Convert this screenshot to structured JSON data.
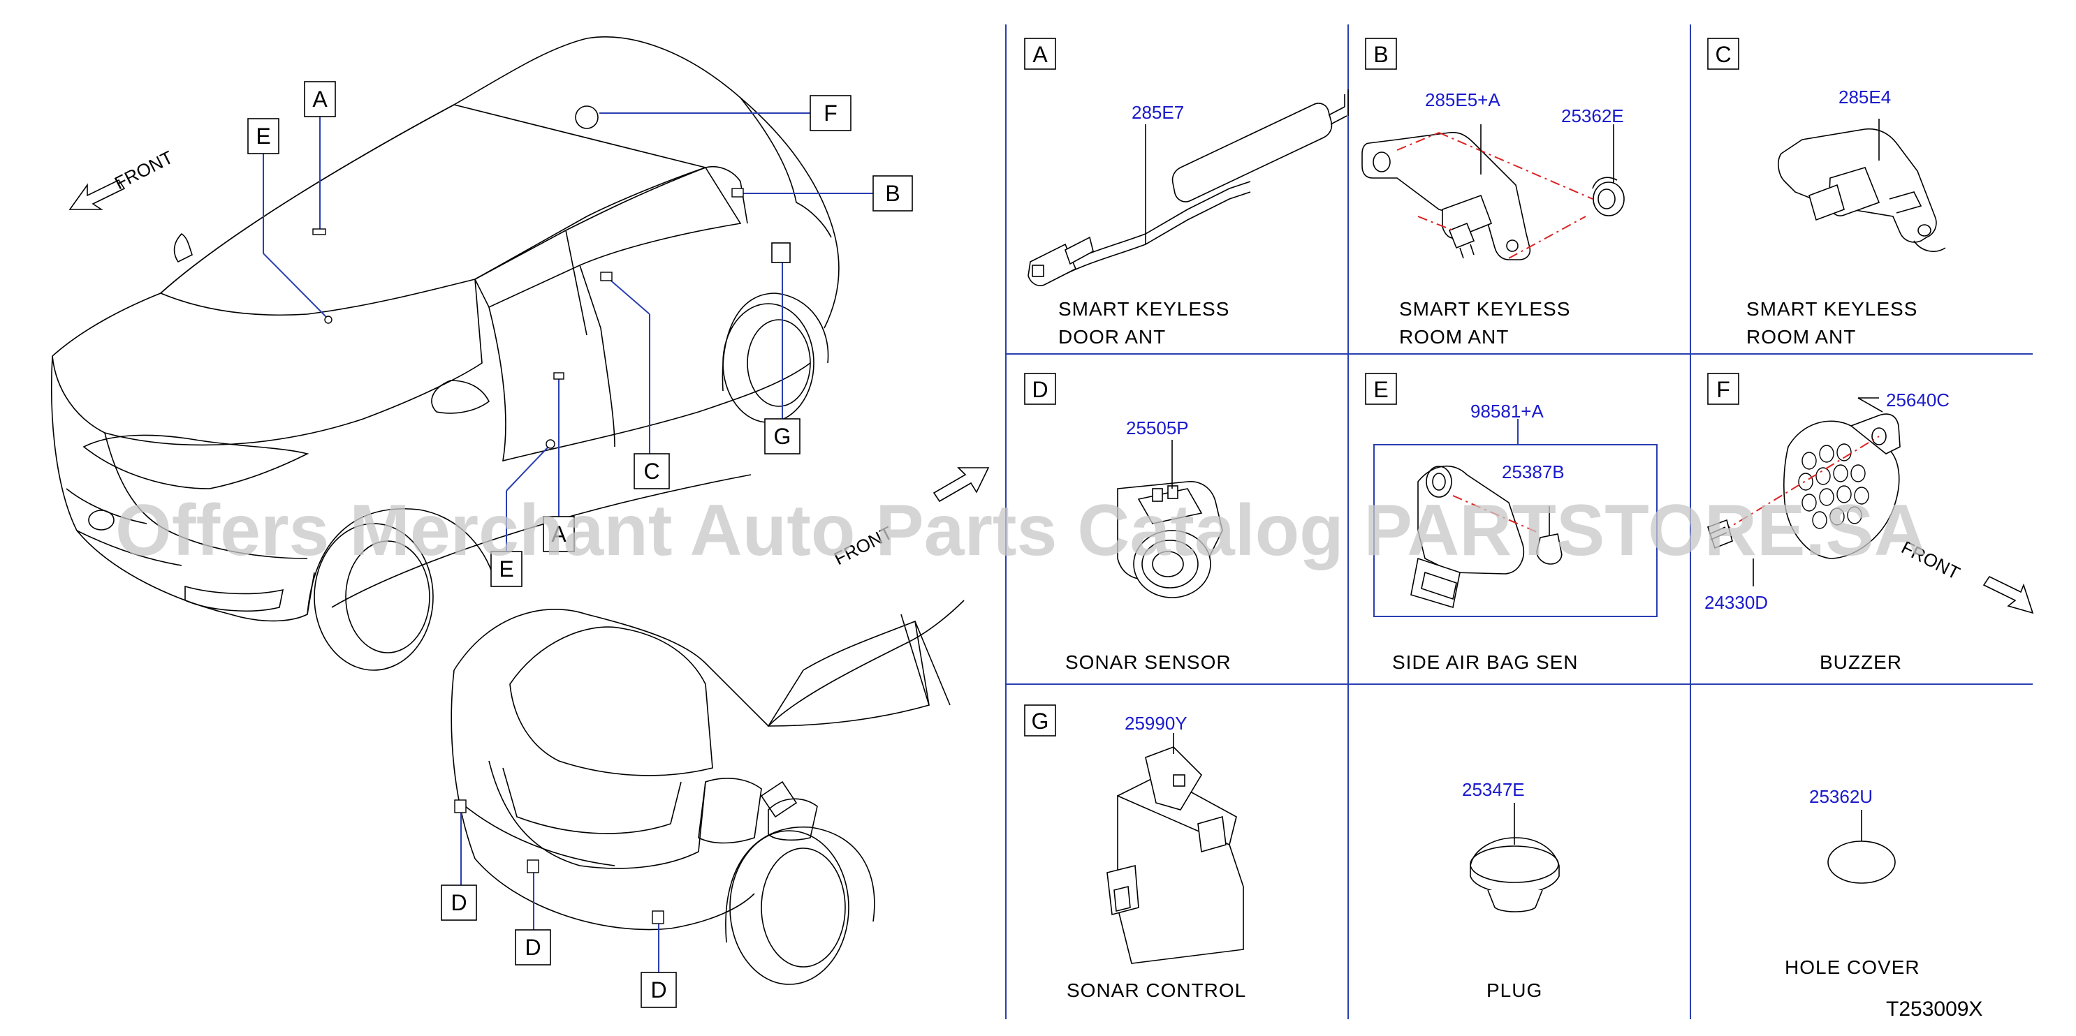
{
  "watermark": "Offers Merchant Auto Parts Catalog PARTSTORE.SA",
  "diagram_code": "T253009X",
  "front_label": "FRONT",
  "callouts": {
    "A": "A",
    "B": "B",
    "C": "C",
    "D": "D",
    "E": "E",
    "F": "F",
    "G": "G"
  },
  "cells": [
    {
      "letter": "A",
      "parts": [
        "285E7"
      ],
      "line1": "SMART KEYLESS",
      "line2": "DOOR ANT"
    },
    {
      "letter": "B",
      "parts": [
        "285E5+A",
        "25362E"
      ],
      "line1": "SMART KEYLESS",
      "line2": "ROOM ANT"
    },
    {
      "letter": "C",
      "parts": [
        "285E4"
      ],
      "line1": "SMART KEYLESS",
      "line2": "ROOM ANT"
    },
    {
      "letter": "D",
      "parts": [
        "25505P"
      ],
      "line1": "SONAR SENSOR",
      "line2": ""
    },
    {
      "letter": "E",
      "parts": [
        "98581+A",
        "25387B"
      ],
      "line1": "SIDE AIR BAG SEN",
      "line2": ""
    },
    {
      "letter": "F",
      "parts": [
        "25640C",
        "24330D"
      ],
      "line1": "BUZZER",
      "line2": ""
    },
    {
      "letter": "G",
      "parts": [
        "25990Y"
      ],
      "line1": "SONAR CONTROL",
      "line2": ""
    },
    {
      "letter": "",
      "parts": [
        "25347E"
      ],
      "line1": "PLUG",
      "line2": ""
    },
    {
      "letter": "",
      "parts": [
        "25362U"
      ],
      "line1": "HOLE COVER",
      "line2": ""
    }
  ]
}
